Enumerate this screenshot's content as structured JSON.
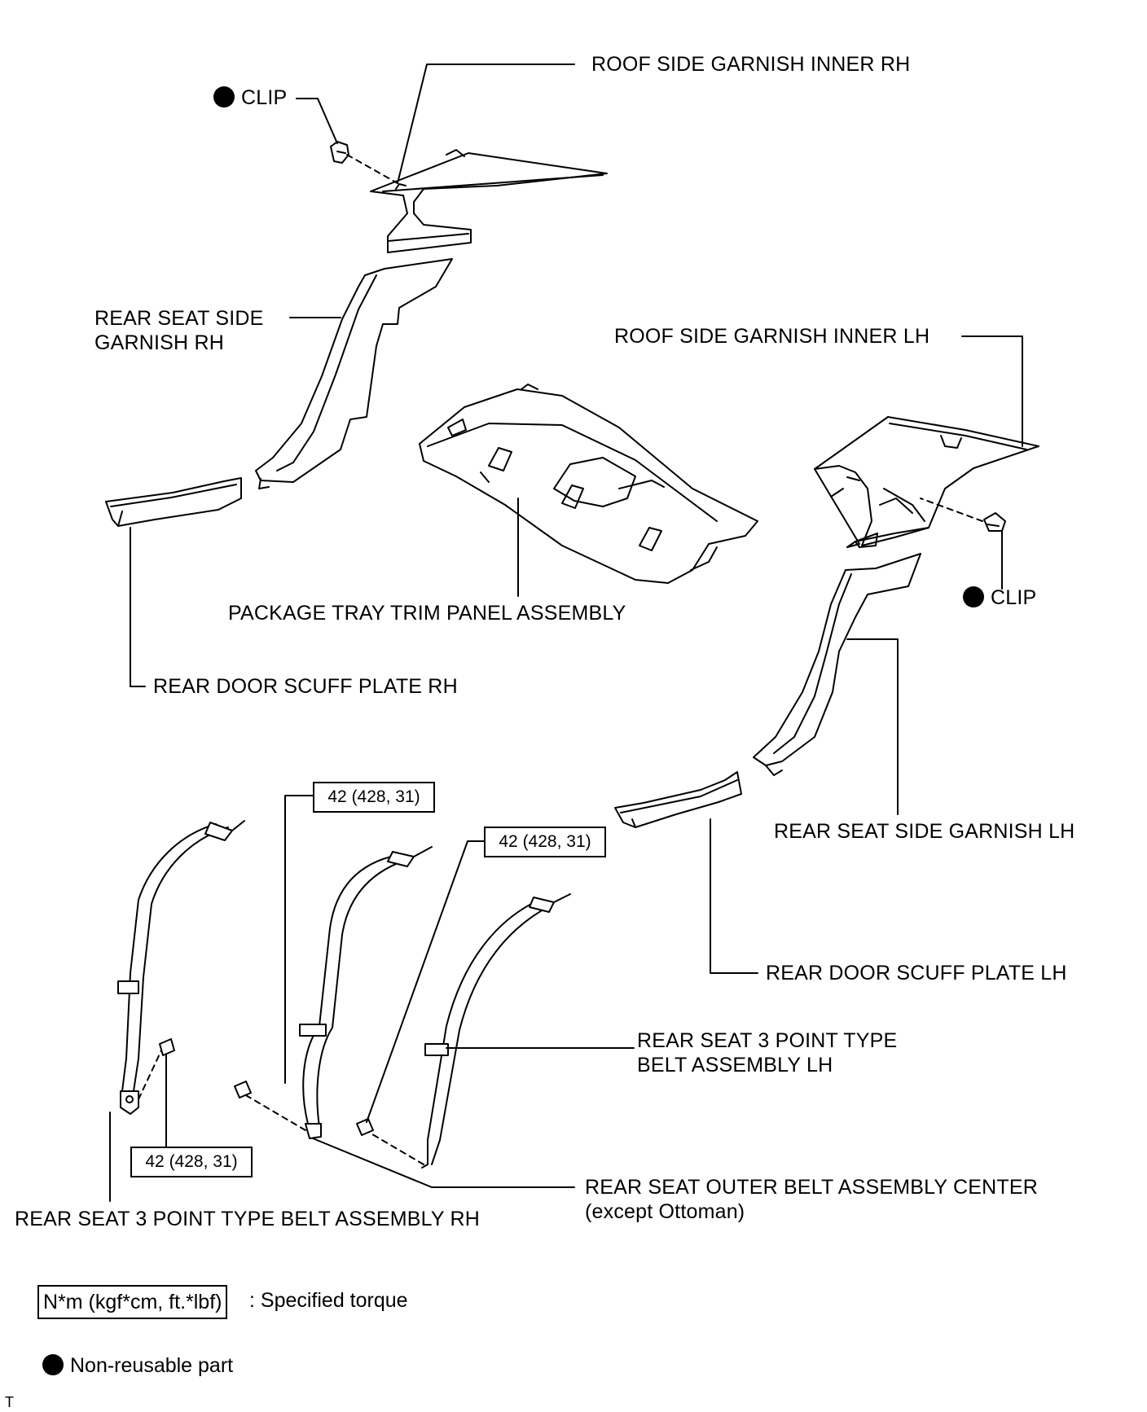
{
  "labels": {
    "roof_side_inner_rh": "ROOF SIDE GARNISH INNER RH",
    "clip": "CLIP",
    "rear_seat_side_garnish_rh_1": "REAR SEAT SIDE",
    "rear_seat_side_garnish_rh_2": "GARNISH RH",
    "roof_side_inner_lh": "ROOF SIDE GARNISH INNER LH",
    "package_tray": "PACKAGE TRAY TRIM PANEL ASSEMBLY",
    "rear_door_scuff_rh": "REAR DOOR SCUFF PLATE RH",
    "rear_seat_side_garnish_lh": "REAR SEAT SIDE GARNISH LH",
    "rear_door_scuff_lh": "REAR DOOR SCUFF PLATE LH",
    "belt_lh_1": "REAR SEAT 3 POINT TYPE",
    "belt_lh_2": "BELT ASSEMBLY LH",
    "outer_belt_center_1": "REAR SEAT OUTER BELT ASSEMBLY CENTER",
    "outer_belt_center_2": "(except Ottoman)",
    "belt_rh": "REAR SEAT 3 POINT TYPE BELT ASSEMBLY RH"
  },
  "torque_value": "42 (428, 31)",
  "legend": {
    "torque_unit": "N*m (kgf*cm, ft.*lbf)",
    "torque_desc": ": Specified torque",
    "nonreusable": "Non-reusable part"
  },
  "corner_mark": "T"
}
